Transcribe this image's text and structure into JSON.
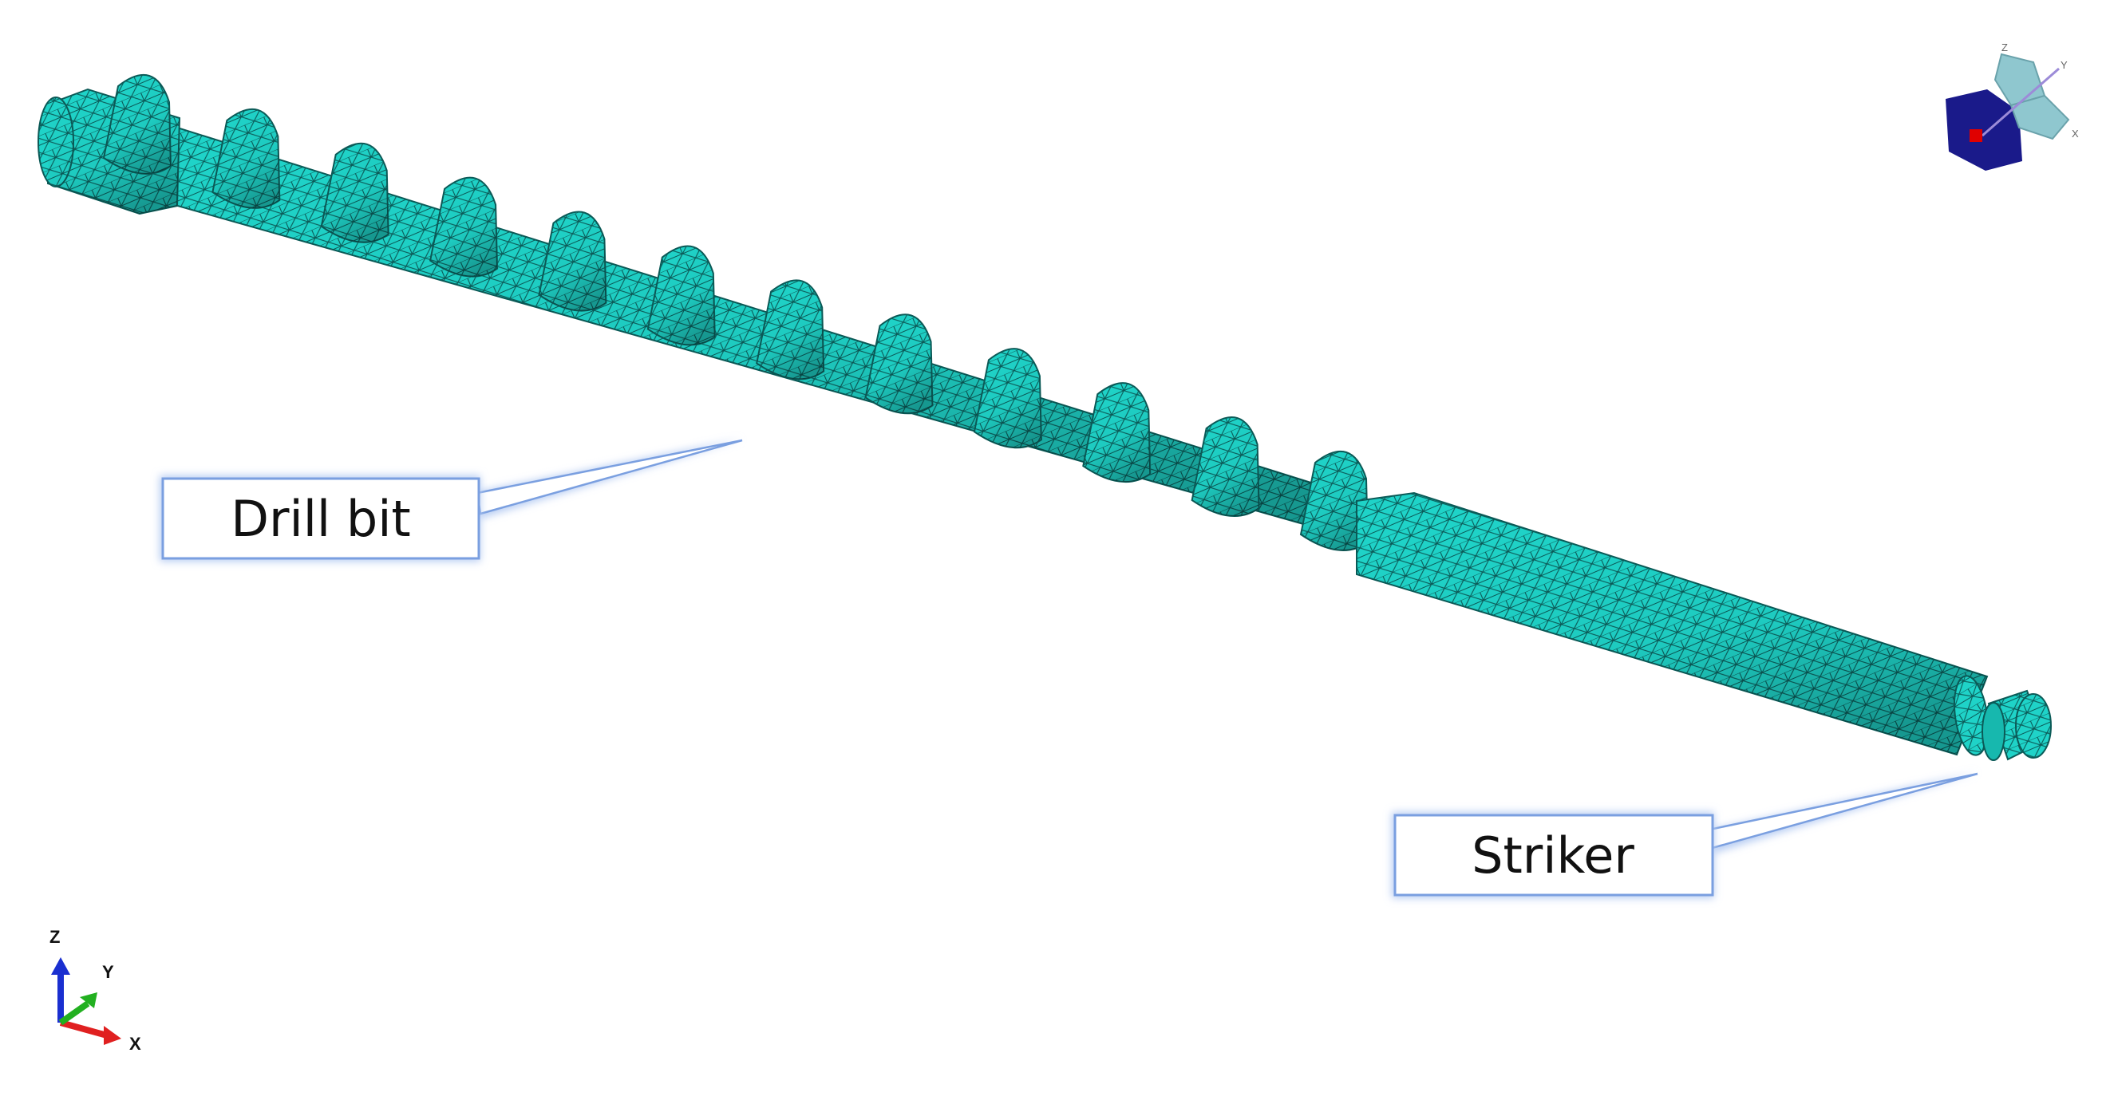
{
  "labels": {
    "drill_bit": "Drill bit",
    "striker": "Striker"
  },
  "triad": {
    "z": "Z",
    "y": "Y",
    "x": "X"
  },
  "view_cube": {
    "z": "Z",
    "y": "Y",
    "x": "X"
  },
  "colors": {
    "mesh_fill": "#1fd3c8",
    "mesh_edge": "#0b5a57",
    "callout_border": "#7a9fe0",
    "callout_glow": "#b8cdf3",
    "axis_x": "#e02020",
    "axis_y": "#22b020",
    "axis_z": "#1a2fd0",
    "cube_dark": "#1a1a8a",
    "cube_light": "#8fc7cf",
    "cube_marker": "#e00000"
  },
  "icons": {
    "triad": "coordinate-triad-icon",
    "view_cube": "view-orientation-icon"
  }
}
